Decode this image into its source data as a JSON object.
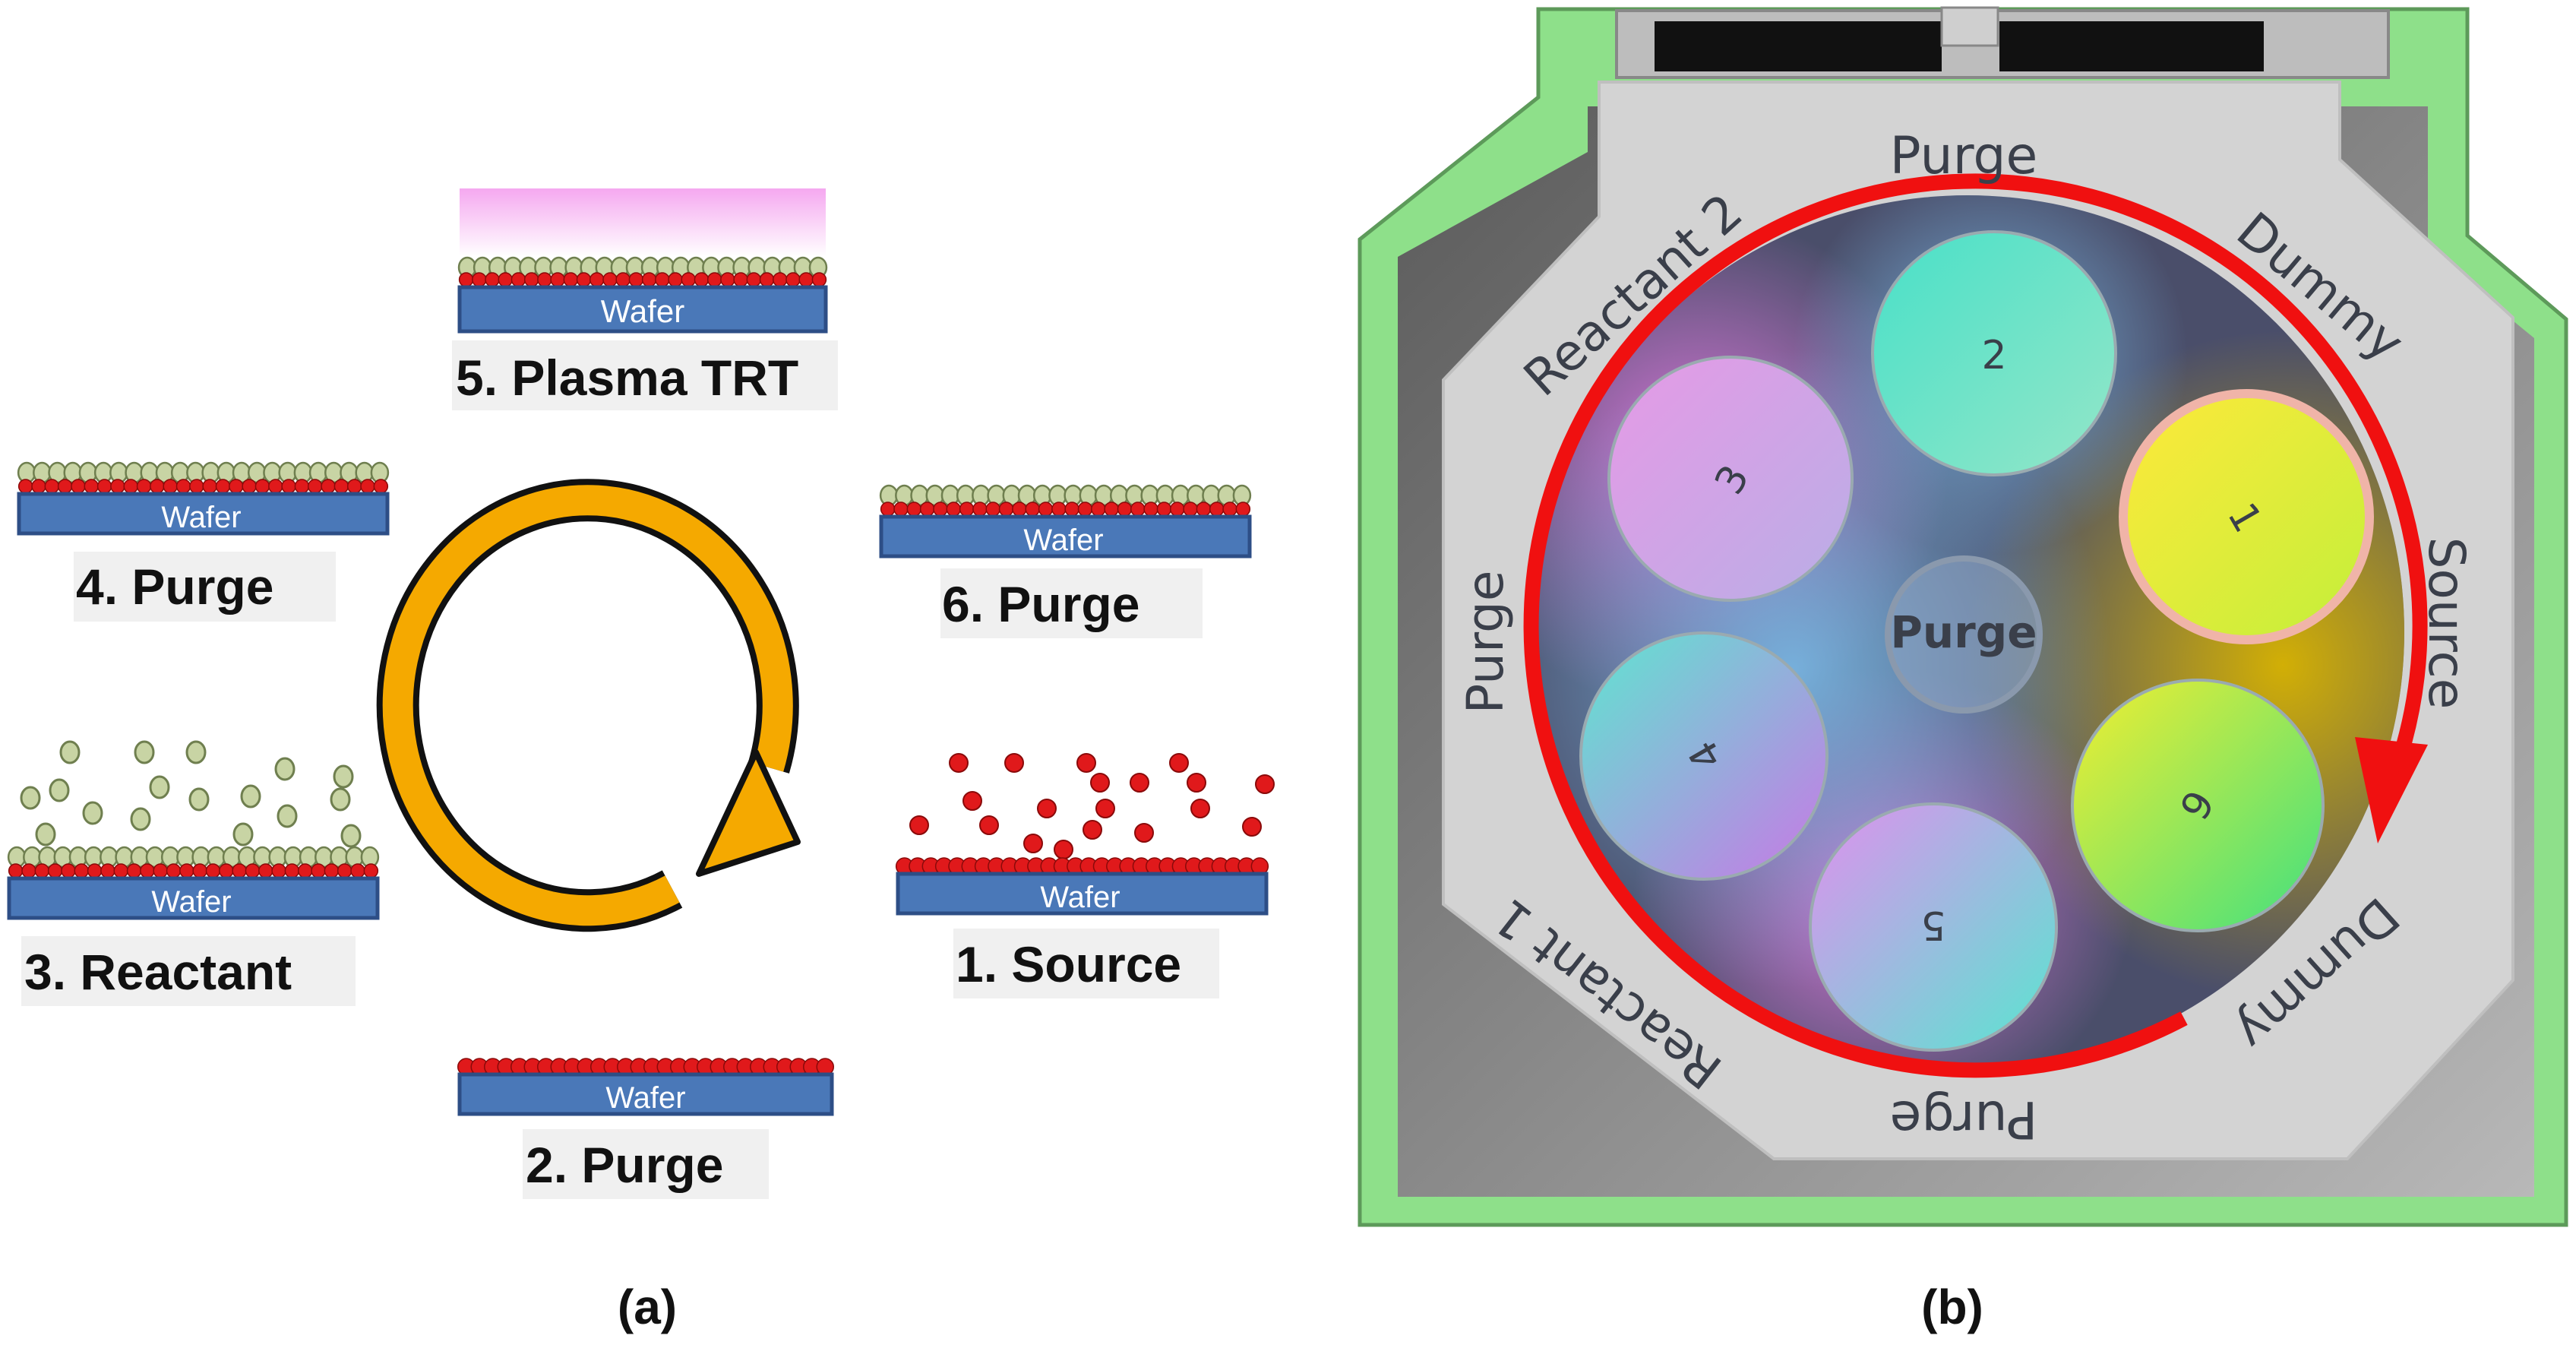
{
  "panel_a": {
    "caption": "(a)",
    "wafer_label": "Wafer",
    "steps": [
      {
        "id": "1",
        "label": "1. Source"
      },
      {
        "id": "2",
        "label": "2. Purge"
      },
      {
        "id": "3",
        "label": "3. Reactant"
      },
      {
        "id": "4",
        "label": "4. Purge"
      },
      {
        "id": "5",
        "label": "5. Plasma TRT"
      },
      {
        "id": "6",
        "label": "6. Purge"
      }
    ]
  },
  "panel_b": {
    "caption": "(b)",
    "zones": {
      "top_purge": "Purge",
      "dummy_upper": "Dummy",
      "source": "Source",
      "dummy_lower": "Dummy",
      "bottom_purge": "Purge",
      "reactant_1": "Reactant 1",
      "left_purge": "Purge",
      "reactant_2": "Reactant 2",
      "center_purge": "Purge"
    },
    "wafer_numbers": [
      "1",
      "2",
      "3",
      "4",
      "5",
      "6"
    ]
  },
  "colors": {
    "wafer": "#4a78b8",
    "source_precursor": "#e0191b",
    "reactant_precursor": "#c8d4a4",
    "cycle_arrow": "#f5a900",
    "plasma": "#f5a8f0",
    "chamber_outer": "#8ee08a",
    "rotation_arrow": "#f01010"
  }
}
